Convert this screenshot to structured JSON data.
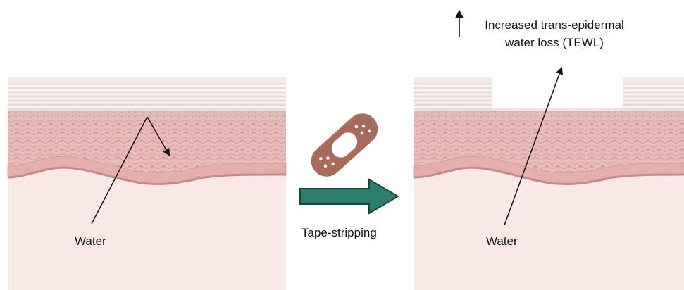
{
  "left_panel": {
    "water_label": "Water"
  },
  "middle": {
    "process_label": "Tape-stripping",
    "bandage_icon": "bandage-icon",
    "arrow_icon": "right-arrow-icon"
  },
  "right_panel": {
    "water_label": "Water",
    "tewl_line1": "Increased trans-epidermal",
    "tewl_line2": "water loss (TEWL)",
    "increase_icon": "up-arrow-icon"
  },
  "colors": {
    "dermis": "#f8e9e7",
    "epidermis": "#e6b7b3",
    "basal_layer": "#d9a2a0",
    "stratum_corneum": "#ede3df",
    "teal_arrow": "#2f7d6f",
    "bandage": "#a86a5b"
  }
}
